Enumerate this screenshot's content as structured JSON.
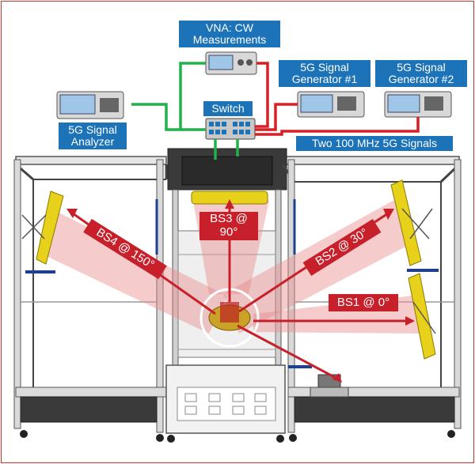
{
  "labels": {
    "vna": "VNA: CW\nMeasurements",
    "gen1": "5G Signal\nGenerator #1",
    "gen2": "5G Signal\nGenerator #2",
    "analyzer": "5G Signal\nAnalyzer",
    "switch": "Switch",
    "signals": "Two 100 MHz 5G Signals"
  },
  "beams": {
    "bs1": "BS1 @ 0°",
    "bs2": "BS2 @ 30°",
    "bs3": "BS3 @\n90°",
    "bs4": "BS4 @ 150°"
  },
  "colors": {
    "label_blue": "#1d73b8",
    "cable_green": "#22b14c",
    "cable_red": "#d62027",
    "beam_red": "#c8202a",
    "beam_pink": "#f2b7b7",
    "frame": "#444444",
    "panel_yellow": "#e8d11a"
  }
}
